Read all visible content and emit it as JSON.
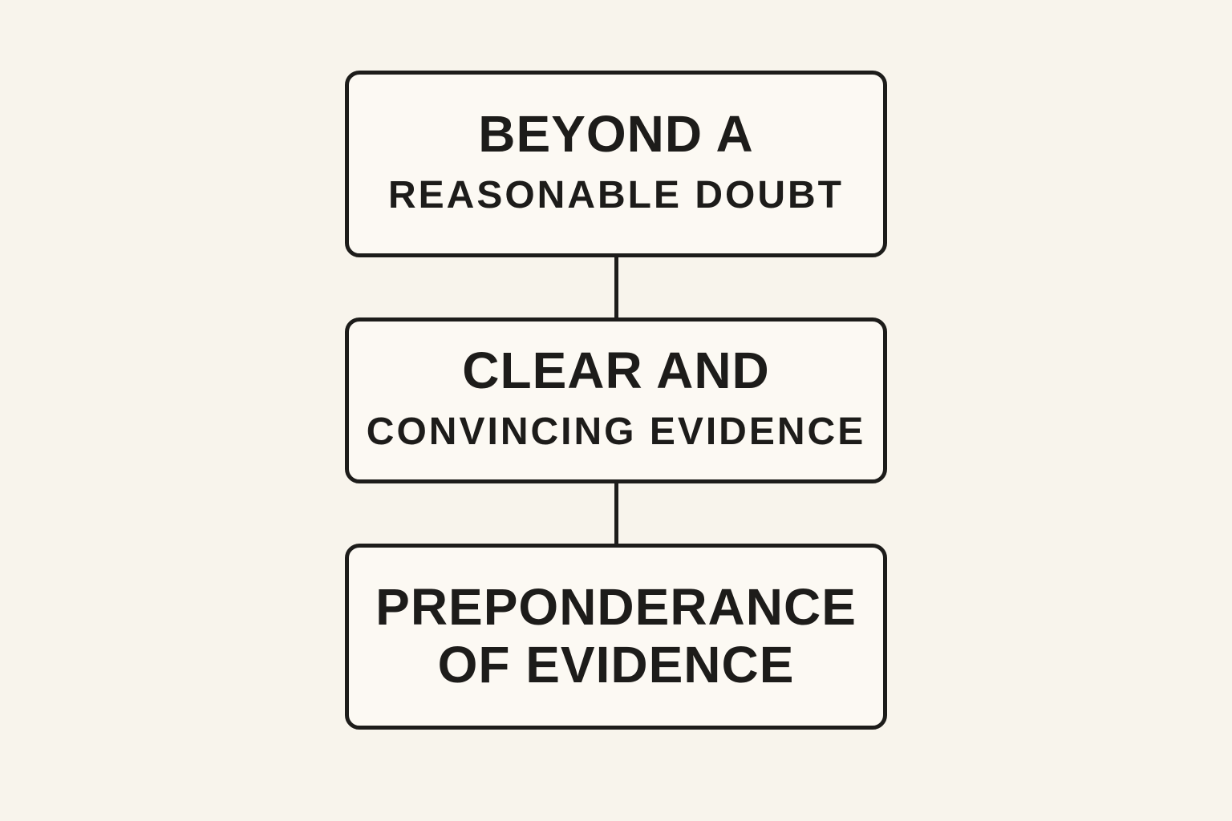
{
  "colors": {
    "background": "#f8f4ec",
    "box_fill": "#fcf9f3",
    "border": "#1d1c1a",
    "text": "#1d1c1a"
  },
  "flowchart": {
    "boxes": [
      {
        "line1": "BEYOND A",
        "line2": "REASONABLE DOUBT"
      },
      {
        "line1": "CLEAR AND",
        "line2": "CONVINCING EVIDENCE"
      },
      {
        "line1": "PREPONDERANCE",
        "line2": "OF EVIDENCE"
      }
    ]
  }
}
